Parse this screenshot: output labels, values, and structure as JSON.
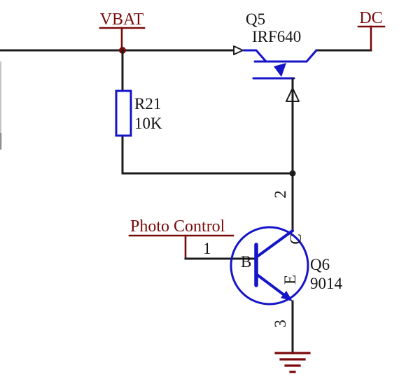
{
  "ports": {
    "vbat": "VBAT",
    "dc": "DC",
    "photo_control": "Photo Control"
  },
  "components": {
    "q5": {
      "designator": "Q5",
      "value": "IRF640"
    },
    "r21": {
      "designator": "R21",
      "value": "10K"
    },
    "q6": {
      "designator": "Q6",
      "value": "9014"
    }
  },
  "pins": {
    "base_number": "1",
    "collector_number": "2",
    "emitter_number": "3",
    "base_name": "B",
    "collector_name": "C",
    "emitter_name": "E"
  },
  "colors": {
    "wire": "#1c1c1c",
    "symbol_blue": "#1414c8",
    "port_dark_red": "#7a0a0a",
    "text_black": "#141414",
    "background": "#ffffff"
  }
}
